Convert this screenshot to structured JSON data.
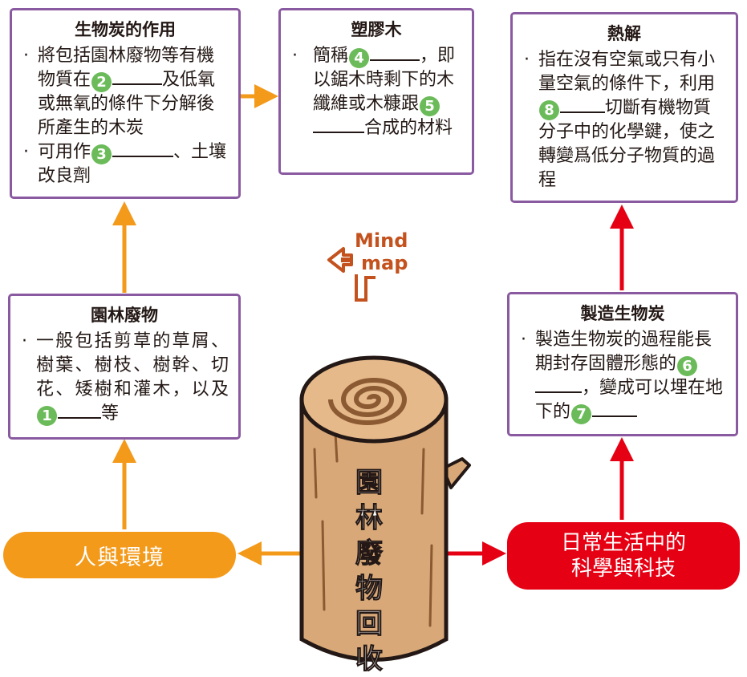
{
  "boxes": {
    "garden_waste": {
      "title": "園林廢物",
      "items": [
        {
          "before": "一般包括剪草的草屑、樹葉、樹枝、樹幹、切花、矮樹和灌木，以及",
          "num": "1",
          "after": "等"
        }
      ]
    },
    "biochar_use": {
      "title": "生物炭的作用",
      "items": [
        {
          "before": "將包括園林廢物等有機物質在",
          "num": "2",
          "after": "及低氧或無氧的條件下分解後所產生的木炭"
        },
        {
          "before": "可用作",
          "num": "3",
          "after": "、土壤改良劑"
        }
      ]
    },
    "plastic_wood": {
      "title": "塑膠木",
      "items": [
        {
          "before": "簡稱",
          "num": "4",
          "mid": "，即以鋸木時剩下的木纖維或木糠跟",
          "num2": "5",
          "after": "合成的材料"
        }
      ]
    },
    "pyrolysis": {
      "title": "熱解",
      "items": [
        {
          "before": "指在沒有空氣或只有小量空氣的條件下，利用",
          "num": "8",
          "after": "切斷有機物質分子中的化學鍵，使之轉變爲低分子物質的過程"
        }
      ]
    },
    "make_biochar": {
      "title": "製造生物炭",
      "items": [
        {
          "before": "製造生物炭的過程能長期封存固體形態的",
          "num": "6",
          "mid": "，變成可以埋在地下的",
          "num2": "7",
          "after": ""
        }
      ]
    }
  },
  "bullet": "·",
  "center": {
    "label": [
      "園",
      "林",
      "廢",
      "物",
      "回",
      "收"
    ]
  },
  "logo": {
    "line1": "Mind",
    "line2": "map"
  },
  "left_branch": {
    "label": "人與環境"
  },
  "right_branch": {
    "label_line1": "日常生活中的",
    "label_line2": "科學與科技"
  },
  "colors": {
    "orange": "#f39a1b",
    "red": "#e60013",
    "purple_border": "#8a5aa0",
    "number_circle": "#6cbb5a",
    "wood": "#d8a878",
    "logo": "#c3521e"
  }
}
